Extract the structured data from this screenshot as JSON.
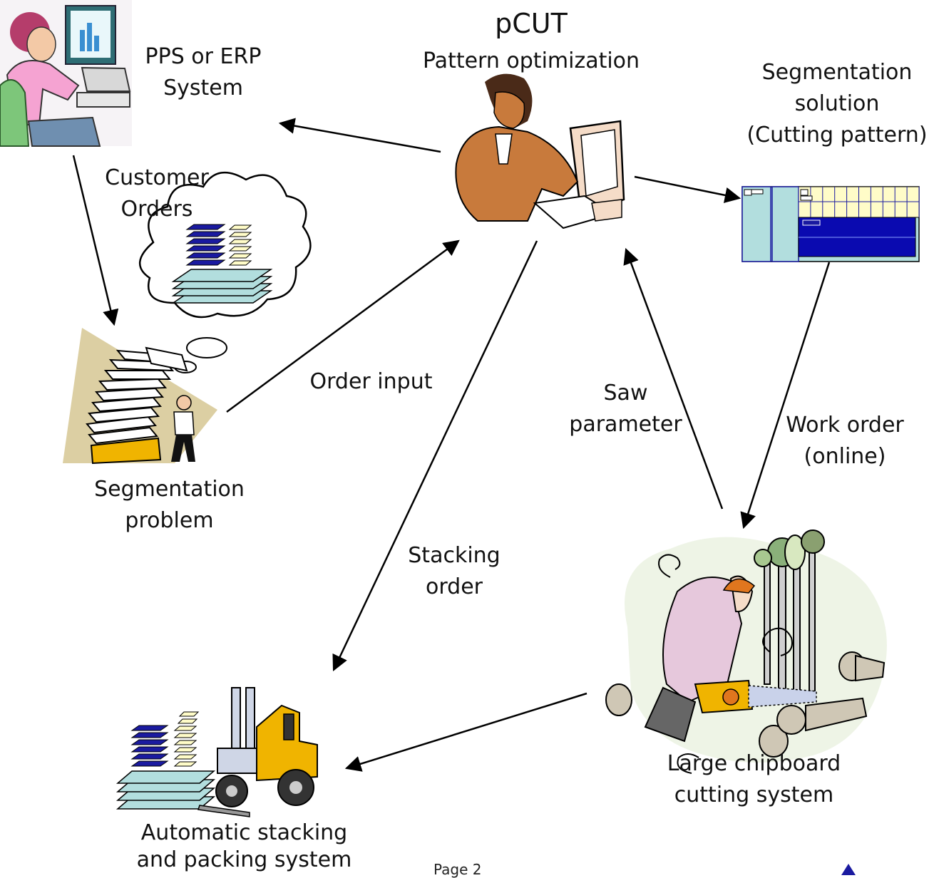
{
  "title": "pCUT",
  "subtitle": "Pattern optimization",
  "nodes": {
    "erp": {
      "line1": "PPS or ERP",
      "line2": "System"
    },
    "segmentation_solution": {
      "line1": "Segmentation",
      "line2": "solution",
      "line3": "(Cutting pattern)"
    },
    "segmentation_problem": {
      "line1": "Segmentation",
      "line2": "problem"
    },
    "cutting_system": {
      "line1": "Large chipboard",
      "line2": "cutting system"
    },
    "stacking_system": {
      "line1": "Automatic stacking",
      "line2": "and packing system"
    }
  },
  "edges": {
    "customer_orders": {
      "line1": "Customer",
      "line2": "Orders"
    },
    "order_input": {
      "line1": "Order input"
    },
    "saw_parameter": {
      "line1": "Saw",
      "line2": "parameter"
    },
    "work_order": {
      "line1": "Work order",
      "line2": "(online)"
    },
    "stacking_order": {
      "line1": "Stacking",
      "line2": "order"
    }
  },
  "footer": {
    "page": "Page  2"
  },
  "colors": {
    "navy": "#1a1aa0",
    "teal": "#b2dede",
    "paper_yellow": "#fffcc8",
    "skin": "#c87a3c",
    "forklift": "#f0b400"
  }
}
